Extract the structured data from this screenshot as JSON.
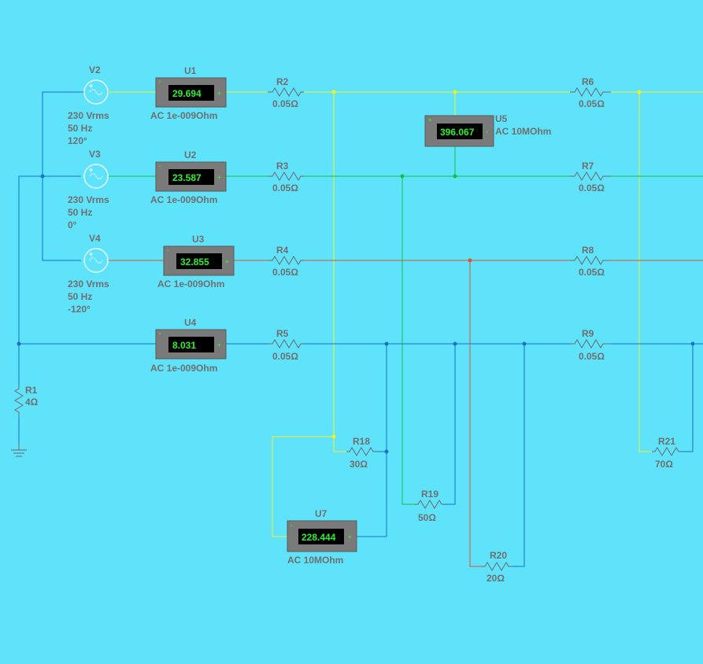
{
  "colors": {
    "background": "#5fe3fb",
    "wire_yellow": "#f0f020",
    "wire_green": "#10c040",
    "wire_red": "#e05030",
    "wire_blue": "#1a72c8",
    "component": "#6a6a6a",
    "meter_body": "#7a7a7a",
    "meter_display": "#000000",
    "meter_text": "#2df02d"
  },
  "sources": [
    {
      "ref": "V2",
      "amplitude": "230 Vrms",
      "freq": "50 Hz",
      "phase": "120°",
      "symbol": "ac-source-icon"
    },
    {
      "ref": "V3",
      "amplitude": "230 Vrms",
      "freq": "50 Hz",
      "phase": "0°",
      "symbol": "ac-source-icon"
    },
    {
      "ref": "V4",
      "amplitude": "230 Vrms",
      "freq": "50 Hz",
      "phase": "-120°",
      "symbol": "ac-source-icon"
    }
  ],
  "meters": [
    {
      "ref": "U1",
      "reading": "29.694",
      "mode": "AC  1e-009Ohm"
    },
    {
      "ref": "U2",
      "reading": "23.587",
      "mode": "AC  1e-009Ohm"
    },
    {
      "ref": "U3",
      "reading": "32.855",
      "mode": "AC  1e-009Ohm"
    },
    {
      "ref": "U4",
      "reading": "8.031",
      "mode": "AC  1e-009Ohm"
    },
    {
      "ref": "U5",
      "reading": "396.067",
      "mode": "AC  10MOhm"
    },
    {
      "ref": "U7",
      "reading": "228.444",
      "mode": "AC  10MOhm"
    }
  ],
  "resistors": [
    {
      "ref": "R1",
      "value": "4Ω"
    },
    {
      "ref": "R2",
      "value": "0.05Ω"
    },
    {
      "ref": "R3",
      "value": "0.05Ω"
    },
    {
      "ref": "R4",
      "value": "0.05Ω"
    },
    {
      "ref": "R5",
      "value": "0.05Ω"
    },
    {
      "ref": "R6",
      "value": "0.05Ω"
    },
    {
      "ref": "R7",
      "value": "0.05Ω"
    },
    {
      "ref": "R8",
      "value": "0.05Ω"
    },
    {
      "ref": "R9",
      "value": "0.05Ω"
    },
    {
      "ref": "R18",
      "value": "30Ω"
    },
    {
      "ref": "R19",
      "value": "50Ω"
    },
    {
      "ref": "R20",
      "value": "20Ω"
    },
    {
      "ref": "R21",
      "value": "70Ω"
    }
  ],
  "ground_symbol": "ground-icon"
}
